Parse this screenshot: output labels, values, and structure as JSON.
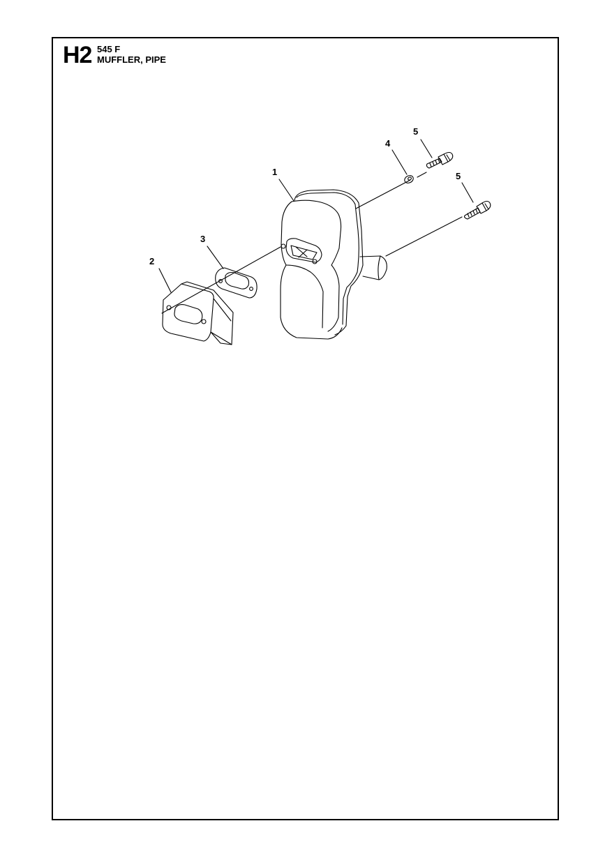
{
  "header": {
    "section_code": "H2",
    "model": "545 F",
    "title": "MUFFLER, PIPE"
  },
  "callouts": [
    "1",
    "2",
    "3",
    "4",
    "5",
    "5"
  ],
  "icons": [
    "muffler-icon",
    "muffler-bracket-icon",
    "gasket-icon",
    "washer-icon",
    "screw-icon"
  ]
}
